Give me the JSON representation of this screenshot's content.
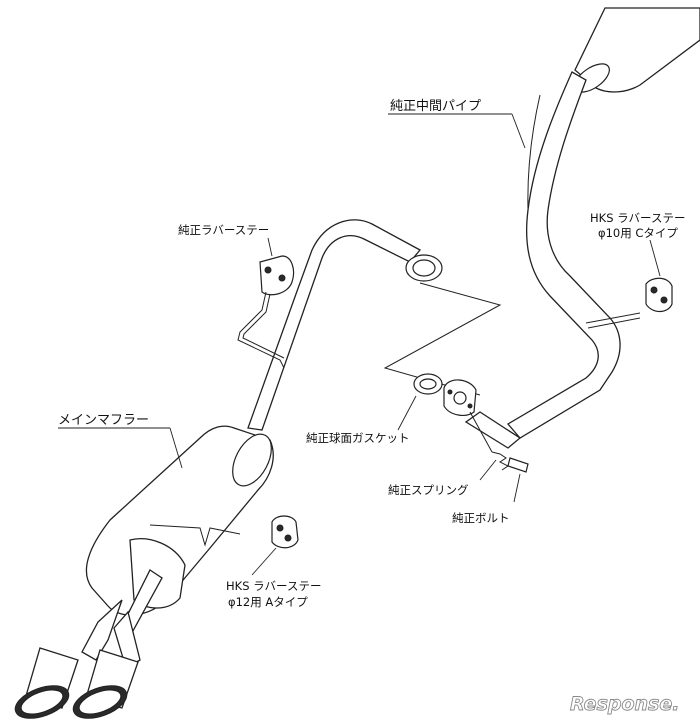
{
  "labels": {
    "mid_pipe": "純正中間パイプ",
    "stock_rubber_stay": "純正ラバーステー",
    "hks_stay_c_line1": "HKS ラバーステー",
    "hks_stay_c_line2": "φ10用 Cタイプ",
    "main_muffler": "メインマフラー",
    "ball_gasket": "純正球面ガスケット",
    "spring": "純正スプリング",
    "bolt": "純正ボルト",
    "hks_stay_a_line1": "HKS ラバーステー",
    "hks_stay_a_line2": "φ12用 Aタイプ"
  },
  "watermark": "Response."
}
